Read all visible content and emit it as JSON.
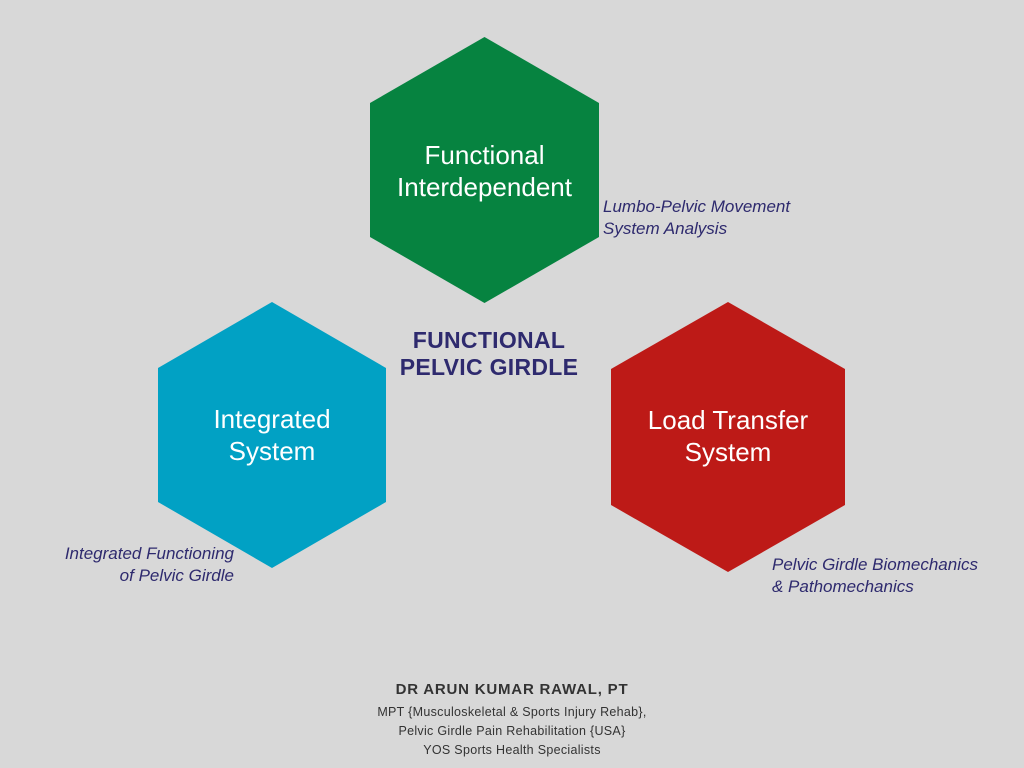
{
  "title": {
    "line1": "FUNCTIONAL",
    "line2": "PELVIC GIRDLE"
  },
  "hexagons": [
    {
      "id": "functional-interdependent",
      "line1": "Functional",
      "line2": "Interdependent",
      "color": "#068340",
      "note_line1": "Lumbo-Pelvic Movement",
      "note_line2": "System Analysis"
    },
    {
      "id": "integrated-system",
      "line1": "Integrated",
      "line2": "System",
      "color": "#01a1c4",
      "note_line1": "Integrated Functioning",
      "note_line2": "of Pelvic Girdle"
    },
    {
      "id": "load-transfer-system",
      "line1": "Load Transfer",
      "line2": "System",
      "color": "#bd1a17",
      "note_line1": "Pelvic Girdle Biomechanics",
      "note_line2": "& Pathomechanics"
    }
  ],
  "author": {
    "name": "DR ARUN KUMAR RAWAL, PT",
    "line1": "MPT {Musculoskeletal & Sports Injury Rehab},",
    "line2": "Pelvic Girdle Pain Rehabilitation {USA}",
    "line3": "YOS Sports Health Specialists"
  }
}
